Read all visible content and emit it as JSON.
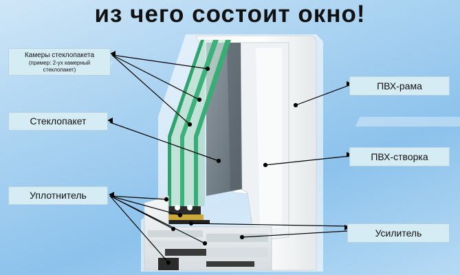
{
  "title": "из чего состоит окно!",
  "labels": {
    "chambers": {
      "main": "Камеры стеклопакета",
      "sub": "(пример: 2-ух камерный стеклопакет)"
    },
    "glass_unit": "Стеклопакет",
    "seal": "Уплотнитель",
    "pvc_frame": "ПВХ-рама",
    "pvc_sash": "ПВХ-створка",
    "reinforcement": "Усилитель"
  }
}
